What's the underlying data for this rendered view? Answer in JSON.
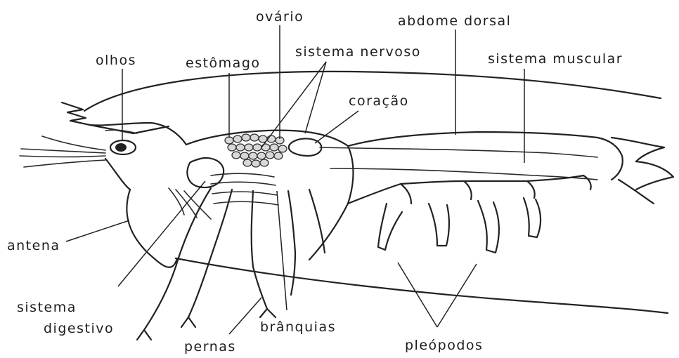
{
  "labels": {
    "ovario": "ovário",
    "abdome_dorsal": "abdome dorsal",
    "olhos": "olhos",
    "estomago": "estômago",
    "sistema_nervoso": "sistema nervoso",
    "sistema_muscular": "sistema muscular",
    "coracao": "coração",
    "antena": "antena",
    "sistema_digestivo_line1": "sistema",
    "sistema_digestivo_line2": "digestivo",
    "pernas": "pernas",
    "branquias": "brânquias",
    "pleopodos": "pleópodos"
  },
  "colors": {
    "ink": "#222222",
    "background": "#ffffff"
  }
}
